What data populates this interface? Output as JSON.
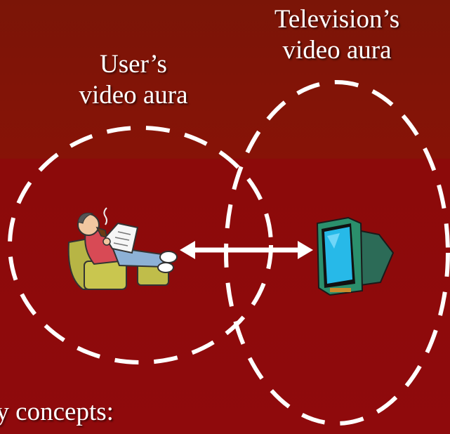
{
  "labels": {
    "user_aura_line1": "User’s",
    "user_aura_line2": "video aura",
    "tv_aura_line1": "Television’s",
    "tv_aura_line2": "video aura"
  },
  "caption": "ey concepts:",
  "icons": {
    "user": "man-reading-newspaper-in-armchair-icon",
    "tv": "television-icon",
    "link": "double-headed-arrow"
  },
  "colors": {
    "background_top": "#7b1507",
    "background_bottom": "#8f0a0c",
    "stroke": "#ffffff"
  }
}
